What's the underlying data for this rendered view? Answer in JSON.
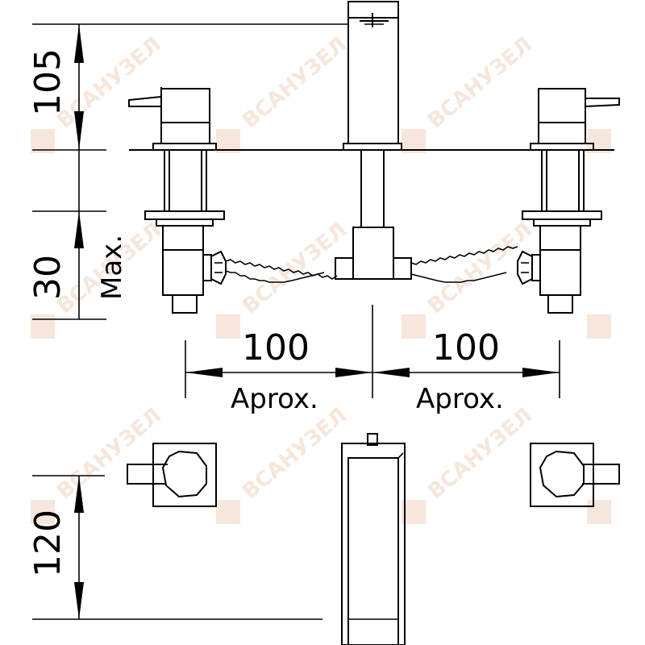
{
  "dimensions": {
    "height_top": "105",
    "height_below": "30",
    "height_below_note": "Max.",
    "spacing_left": "100",
    "spacing_left_note": "Aprox.",
    "spacing_right": "100",
    "spacing_right_note": "Aprox.",
    "spout_reach": "120"
  },
  "watermark": {
    "brand": "ВСАНУЗЕЛ",
    "color": "#e8b89a"
  }
}
